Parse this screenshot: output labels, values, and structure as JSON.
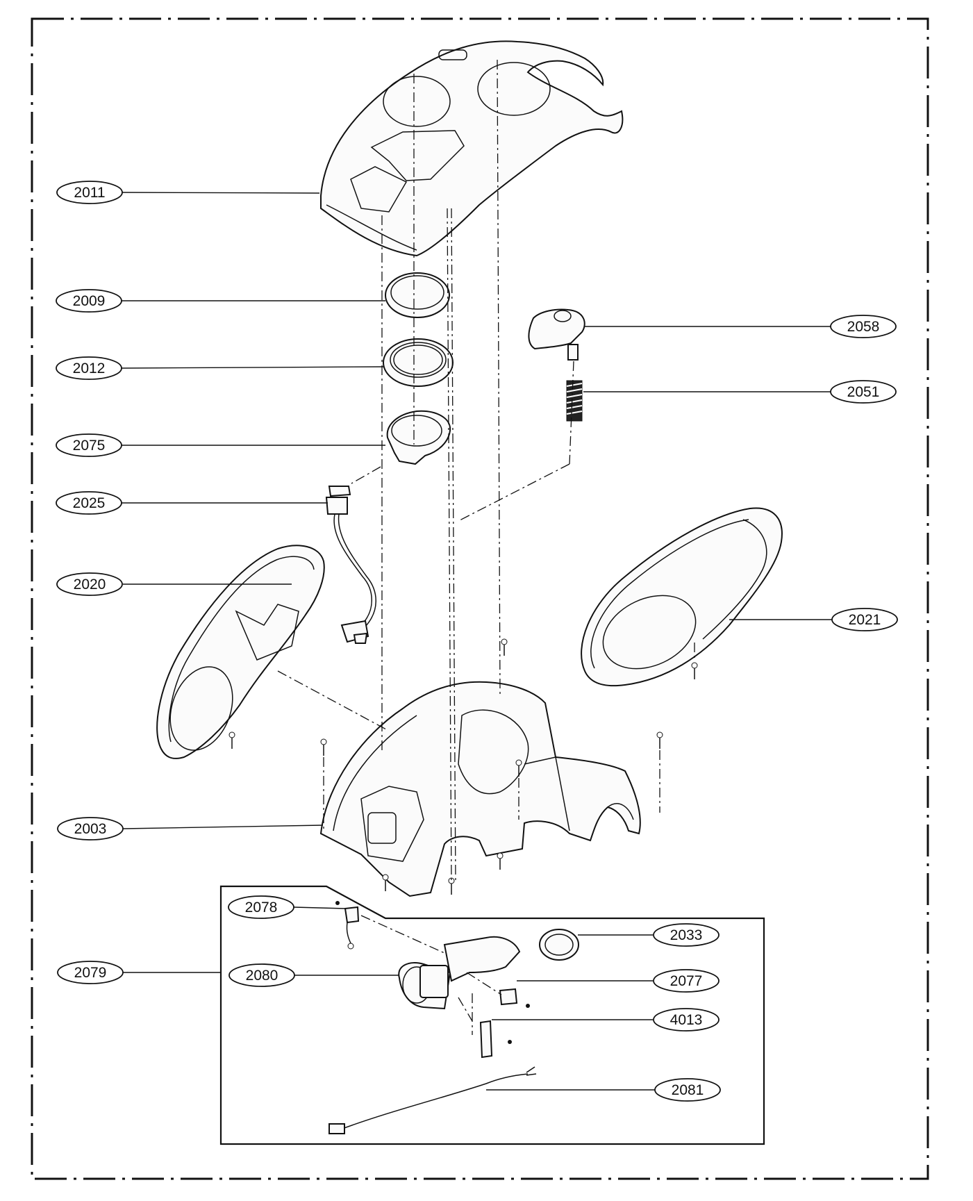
{
  "callouts": [
    {
      "id": "2011",
      "label": "2011"
    },
    {
      "id": "2009",
      "label": "2009"
    },
    {
      "id": "2012",
      "label": "2012"
    },
    {
      "id": "2075",
      "label": "2075"
    },
    {
      "id": "2025",
      "label": "2025"
    },
    {
      "id": "2020",
      "label": "2020"
    },
    {
      "id": "2003",
      "label": "2003"
    },
    {
      "id": "2079",
      "label": "2079"
    },
    {
      "id": "2058",
      "label": "2058"
    },
    {
      "id": "2051",
      "label": "2051"
    },
    {
      "id": "2021",
      "label": "2021"
    },
    {
      "id": "2078",
      "label": "2078"
    },
    {
      "id": "2080",
      "label": "2080"
    },
    {
      "id": "2033",
      "label": "2033"
    },
    {
      "id": "2077",
      "label": "2077"
    },
    {
      "id": "4013",
      "label": "4013"
    },
    {
      "id": "2081",
      "label": "2081"
    }
  ]
}
